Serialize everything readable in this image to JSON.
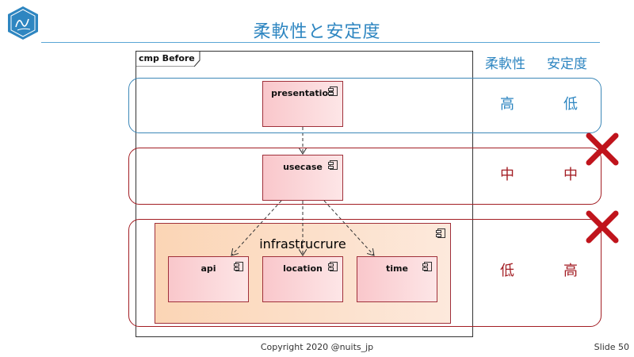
{
  "slide": {
    "title": "柔軟性と安定度",
    "footer": "Copyright 2020 @nuits_jp",
    "slide_number": "Slide 50"
  },
  "diagram": {
    "frame_label": "cmp Before",
    "components": {
      "presentation": "presentation",
      "usecase": "usecase",
      "infrastructure": "infrastrucrure",
      "api": "api",
      "location": "location",
      "time": "time"
    },
    "columns": {
      "flexibility": "柔軟性",
      "stability": "安定度"
    },
    "rows": [
      {
        "flexibility": "高",
        "stability": "低",
        "color": "#2e86c1"
      },
      {
        "flexibility": "中",
        "stability": "中",
        "color": "#a31e24"
      },
      {
        "flexibility": "低",
        "stability": "高",
        "color": "#a31e24"
      }
    ],
    "colors": {
      "blue_accent": "#2e86c1",
      "red_accent": "#a31e24",
      "cross": "#c0141c"
    }
  }
}
